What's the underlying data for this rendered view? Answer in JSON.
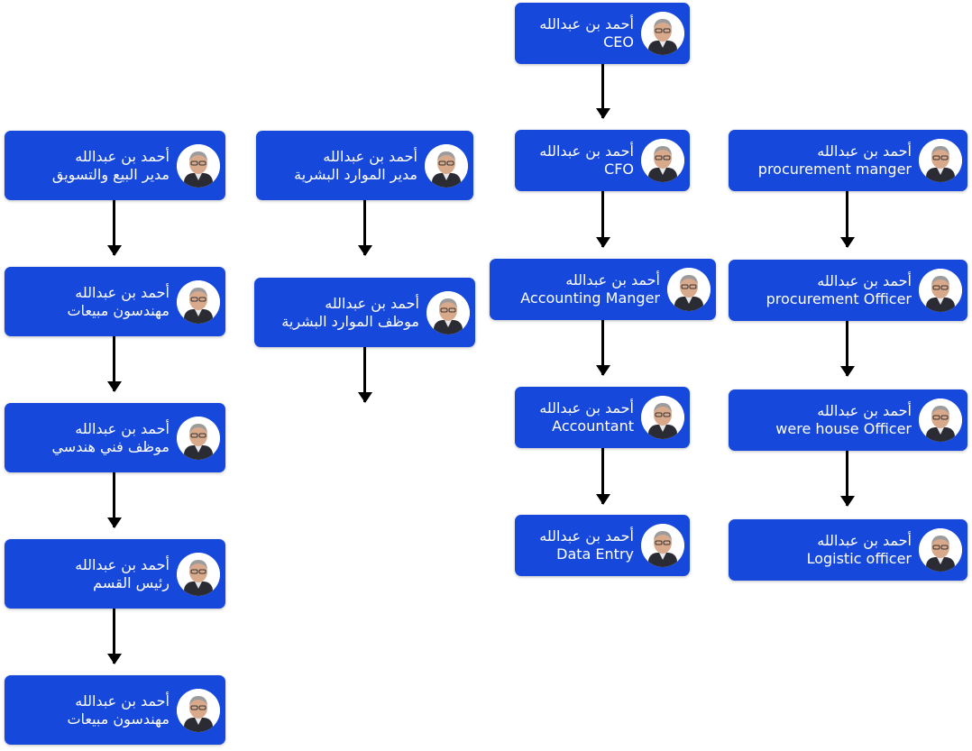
{
  "colors": {
    "card": "#1748dc",
    "text": "#ffffff",
    "connector": "#000000"
  },
  "avatar_icon": "person-photo-icon",
  "nodes": {
    "ceo": {
      "name": "أحمد بن عبدالله",
      "role": "CEO"
    },
    "cfo": {
      "name": "أحمد بن عبدالله",
      "role": "CFO"
    },
    "accounting_manager": {
      "name": "أحمد بن عبدالله",
      "role": "Accounting Manger"
    },
    "accountant": {
      "name": "أحمد بن عبدالله",
      "role": "Accountant"
    },
    "data_entry": {
      "name": "أحمد بن عبدالله",
      "role": "Data Entry"
    },
    "procurement_manager": {
      "name": "أحمد بن عبدالله",
      "role": "procurement manger"
    },
    "procurement_officer": {
      "name": "أحمد بن عبدالله",
      "role": "procurement Officer"
    },
    "warehouse_officer": {
      "name": "أحمد بن عبدالله",
      "role": "were house Officer"
    },
    "logistic_officer": {
      "name": "أحمد بن عبدالله",
      "role": "Logistic officer"
    },
    "hr_manager": {
      "name": "أحمد بن عبدالله",
      "role": "مدير الموارد البشرية"
    },
    "hr_employee": {
      "name": "أحمد بن عبدالله",
      "role": "موظف الموارد البشرية"
    },
    "sales_marketing_manager": {
      "name": "أحمد بن عبدالله",
      "role": "مدير البيع والتسويق"
    },
    "sales_engineers_1": {
      "name": "أحمد بن عبدالله",
      "role": "مهندسون مبيعات"
    },
    "technical_engineer": {
      "name": "أحمد بن عبدالله",
      "role": "موظف فني هندسي"
    },
    "department_head": {
      "name": "أحمد بن عبدالله",
      "role": "رئيس القسم"
    },
    "sales_engineers_2": {
      "name": "أحمد بن عبدالله",
      "role": "مهندسون مبيعات"
    }
  }
}
